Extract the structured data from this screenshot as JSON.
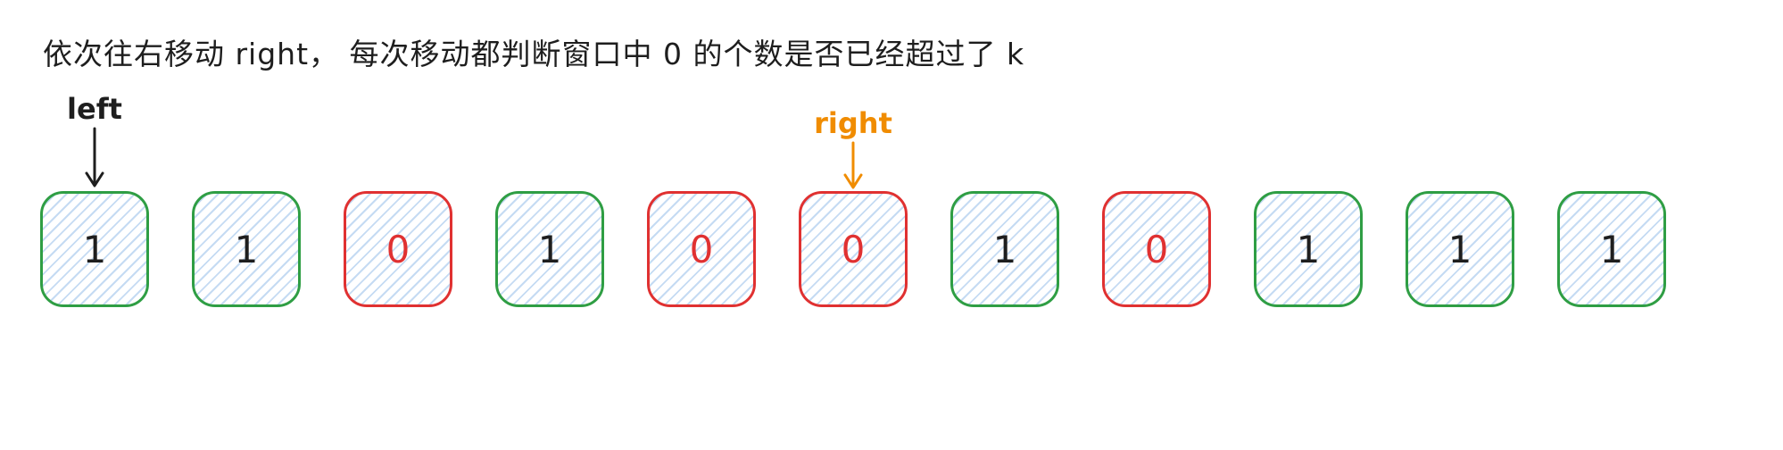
{
  "title": "依次往右移动 right， 每次移动都判断窗口中 0 的个数是否已经超过了 k",
  "pointers": {
    "left": {
      "label": "left",
      "target_index": 0,
      "color": "#1e1e1e"
    },
    "right": {
      "label": "right",
      "target_index": 5,
      "color": "#f08c00"
    }
  },
  "cells": [
    {
      "value": "1",
      "color": "green"
    },
    {
      "value": "1",
      "color": "green"
    },
    {
      "value": "0",
      "color": "red"
    },
    {
      "value": "1",
      "color": "green"
    },
    {
      "value": "0",
      "color": "red"
    },
    {
      "value": "0",
      "color": "red"
    },
    {
      "value": "1",
      "color": "green"
    },
    {
      "value": "0",
      "color": "red"
    },
    {
      "value": "1",
      "color": "green"
    },
    {
      "value": "1",
      "color": "green"
    },
    {
      "value": "1",
      "color": "green"
    }
  ],
  "colors": {
    "green_border": "#2f9e44",
    "red_border": "#e03131",
    "orange_pointer": "#f08c00",
    "ink": "#1e1e1e",
    "hatch_fill_blue": "#a5d8ff"
  }
}
